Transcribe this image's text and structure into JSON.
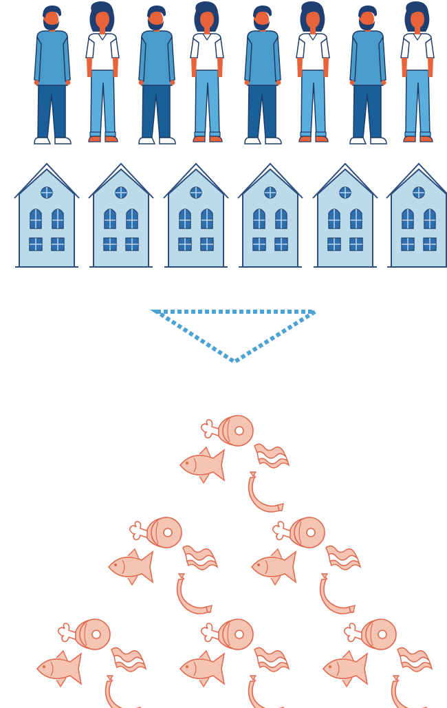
{
  "colors": {
    "skin": "#e8623a",
    "hair": "#1f3f72",
    "man_shirt": "#4a9ccd",
    "man_pants": "#1b5f9a",
    "woman_shirt": "#ffffff",
    "woman_pants": "#5aaedc",
    "outline": "#1e3a66",
    "shoe": "#ffffff",
    "house_fill": "#bcdbea",
    "house_outline": "#2b4e7e",
    "window": "#2f6fb0",
    "arrow": "#4aa3d4",
    "meat_fill": "#f6c4b2",
    "meat_stroke": "#e06a4f",
    "food_white": "#ffffff"
  },
  "people": [
    {
      "kind": "man",
      "icon": "man-icon"
    },
    {
      "kind": "woman",
      "icon": "woman-icon"
    },
    {
      "kind": "man",
      "icon": "man-icon"
    },
    {
      "kind": "woman",
      "icon": "woman-icon"
    },
    {
      "kind": "man",
      "icon": "man-icon"
    },
    {
      "kind": "woman",
      "icon": "woman-icon"
    },
    {
      "kind": "man",
      "icon": "man-icon"
    },
    {
      "kind": "woman",
      "icon": "woman-icon"
    }
  ],
  "houses": [
    {
      "icon": "house-icon"
    },
    {
      "icon": "house-icon"
    },
    {
      "icon": "house-icon"
    },
    {
      "icon": "house-icon"
    },
    {
      "icon": "house-icon"
    },
    {
      "icon": "house-icon"
    }
  ],
  "arrow": {
    "icon": "down-triangle-arrow-icon",
    "style": "dotted"
  },
  "food_groups": [
    {
      "items": [
        "ham-icon",
        "fish-icon",
        "bacon-icon",
        "sausage-icon"
      ]
    },
    {
      "items": [
        "ham-icon",
        "fish-icon",
        "bacon-icon",
        "sausage-icon"
      ]
    },
    {
      "items": [
        "ham-icon",
        "fish-icon",
        "bacon-icon",
        "sausage-icon"
      ]
    },
    {
      "items": [
        "ham-icon",
        "fish-icon",
        "bacon-icon",
        "sausage-icon"
      ]
    },
    {
      "items": [
        "ham-icon",
        "fish-icon",
        "bacon-icon",
        "sausage-icon"
      ]
    },
    {
      "items": [
        "ham-icon",
        "fish-icon",
        "bacon-icon",
        "sausage-icon"
      ]
    }
  ]
}
